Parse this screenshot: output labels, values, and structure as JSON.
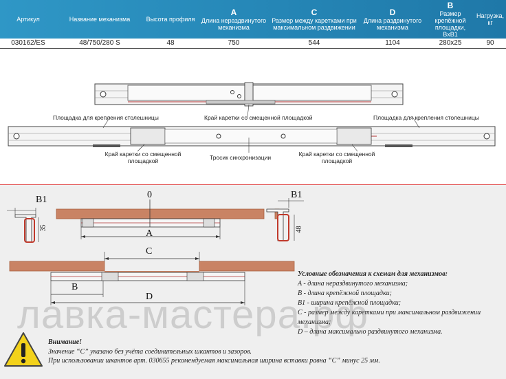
{
  "table": {
    "headers": [
      {
        "letter": "",
        "text": "Артикул"
      },
      {
        "letter": "",
        "text": "Название механизма"
      },
      {
        "letter": "",
        "text": "Высота профиля"
      },
      {
        "letter": "A",
        "text": "Длина нераздвинутого механизма"
      },
      {
        "letter": "C",
        "text": "Размер между каретками при максимальном раздвижении"
      },
      {
        "letter": "D",
        "text": "Длина раздвинутого механизма"
      },
      {
        "letter": "B",
        "text": "Размер крепёжной площадки, BxB1"
      },
      {
        "letter": "",
        "text": "Нагрузка, кг"
      }
    ],
    "row": [
      "030162/ES",
      "48/750/280 S",
      "48",
      "750",
      "544",
      "1104",
      "280x25",
      "90"
    ]
  },
  "diagram1": {
    "label_platform_left": "Площадка для крепления столешницы",
    "label_edge_top": "Край каретки со смещенной площадкой",
    "label_platform_right": "Площадка для крепления столешницы",
    "label_edge_bottom_left": "Край каретки со смещенной площадкой",
    "label_cable": "Тросик синхронизации",
    "label_edge_bottom_right": "Край каретки со смещенной площадкой"
  },
  "diagram2": {
    "label_zero": "0",
    "label_b1_left": "B1",
    "label_b1_right": "B1",
    "label_35": "35",
    "label_48": "48",
    "label_a": "A",
    "label_c": "C",
    "label_b": "B",
    "label_d": "D"
  },
  "legend": {
    "title": "Условные обозначения к схемам для механизмов:",
    "items": [
      "A - длина нераздвинутого механизма;",
      "B - длина крепёжной площадки;",
      "B1 - ширина крепёжной площадки;",
      "C - размер между каретками при максимальном раздвижении механизма;",
      "D – длина максимально раздвинутого механизма."
    ]
  },
  "notice": {
    "title": "Внимание!",
    "line1": "Значение “C” указано без учёта соединительных шкантов и зазоров.",
    "line2": "При использовании шкантов арт. 030655 рекомендуемая максимальная ширина вставки равна “C” минус 25 мм."
  },
  "watermark": "лавка-мастера.рф",
  "colors": {
    "header_blue": "#2586b6",
    "wood": "#c98364",
    "wood_dark": "#a9603f",
    "rail_line": "#7a2a2a",
    "carriage": "#c0392b",
    "panel_bg": "#efefef",
    "warning_yellow": "#f3d21b"
  }
}
